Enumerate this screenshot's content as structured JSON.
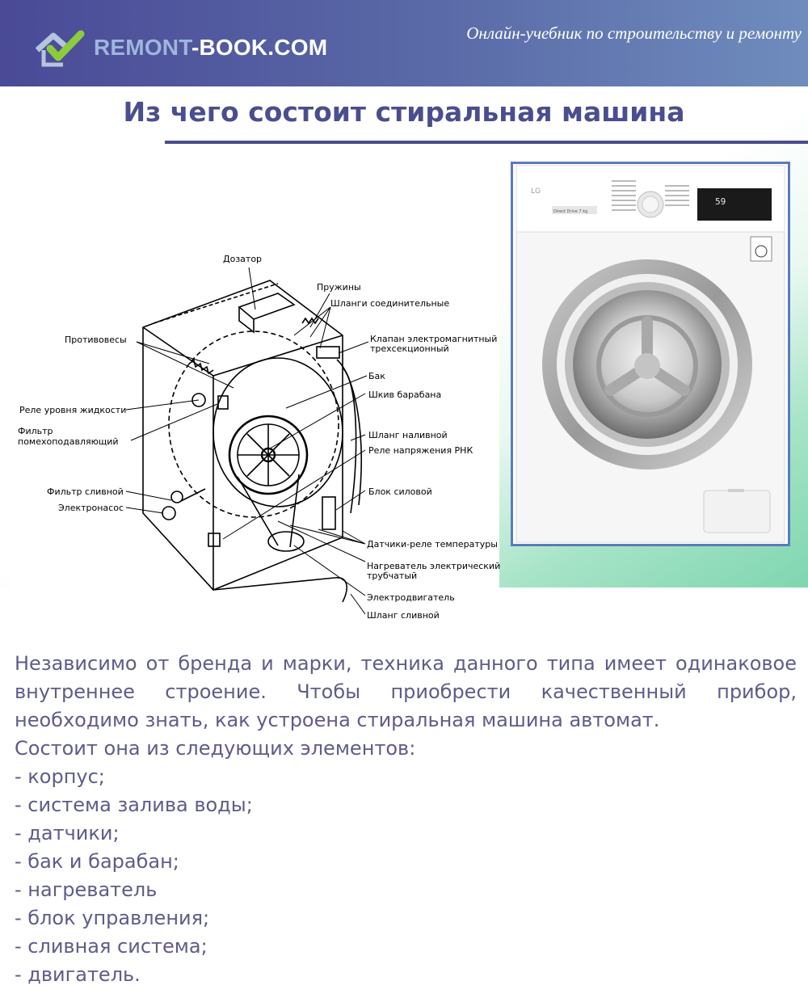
{
  "header": {
    "logo_main": "REMONT",
    "logo_accent": "-BOOK.COM",
    "tagline": "Онлайн-учебник по строительству и ремонту"
  },
  "page_title": "Из чего состоит стиральная машина",
  "diagram_labels": {
    "dozator": "Дозатор",
    "pruzhiny": "Пружины",
    "shlangi_soed": "Шланги соединительные",
    "protivovesy": "Противовесы",
    "klapan_1": "Клапан электромагнитный",
    "klapan_2": "трехсекционный",
    "bak": "Бак",
    "rele_urovnya": "Реле уровня жидкости",
    "shkiv": "Шкив барабана",
    "filtr_pomeh_1": "Фильтр",
    "filtr_pomeh_2": "помехоподавляющий",
    "shlang_nalivnoy": "Шланг наливной",
    "rele_rnk": "Реле напряжения РНК",
    "filtr_slivnoy": "Фильтр сливной",
    "blok_silovoy": "Блок силовой",
    "elektronasos": "Электронасос",
    "datchiki": "Датчики-реле температуры",
    "nagrevatel_1": "Нагреватель электрический",
    "nagrevatel_2": "трубчатый",
    "elektrodvigatel": "Электродвигатель",
    "shlang_slivnoy": "Шланг сливной"
  },
  "photo": {
    "brand": "LG",
    "display": "59",
    "model": "Direct Drive 7 kg"
  },
  "body": {
    "intro": "Независимо от бренда и марки, техника данного типа имеет одинаковое внутреннее строение. Чтобы приобрести качественный прибор, необходимо знать, как устроена стиральная машина автомат.",
    "consists": "Состоит она из следующих элементов:",
    "items": [
      "- корпус;",
      "- система залива воды;",
      "- датчики;",
      "- бак и барабан;",
      "- нагреватель",
      "- блок управления;",
      "- сливная система;",
      "- двигатель."
    ]
  },
  "colors": {
    "header_start": "#4a4a96",
    "header_end": "#6f8cbd",
    "title": "#4a4e8e",
    "body_text": "#5e5c8a",
    "gradient_green": "#7fd6b0",
    "logo_check": "#8ccc3c",
    "photo_border": "#5a7bbd"
  }
}
